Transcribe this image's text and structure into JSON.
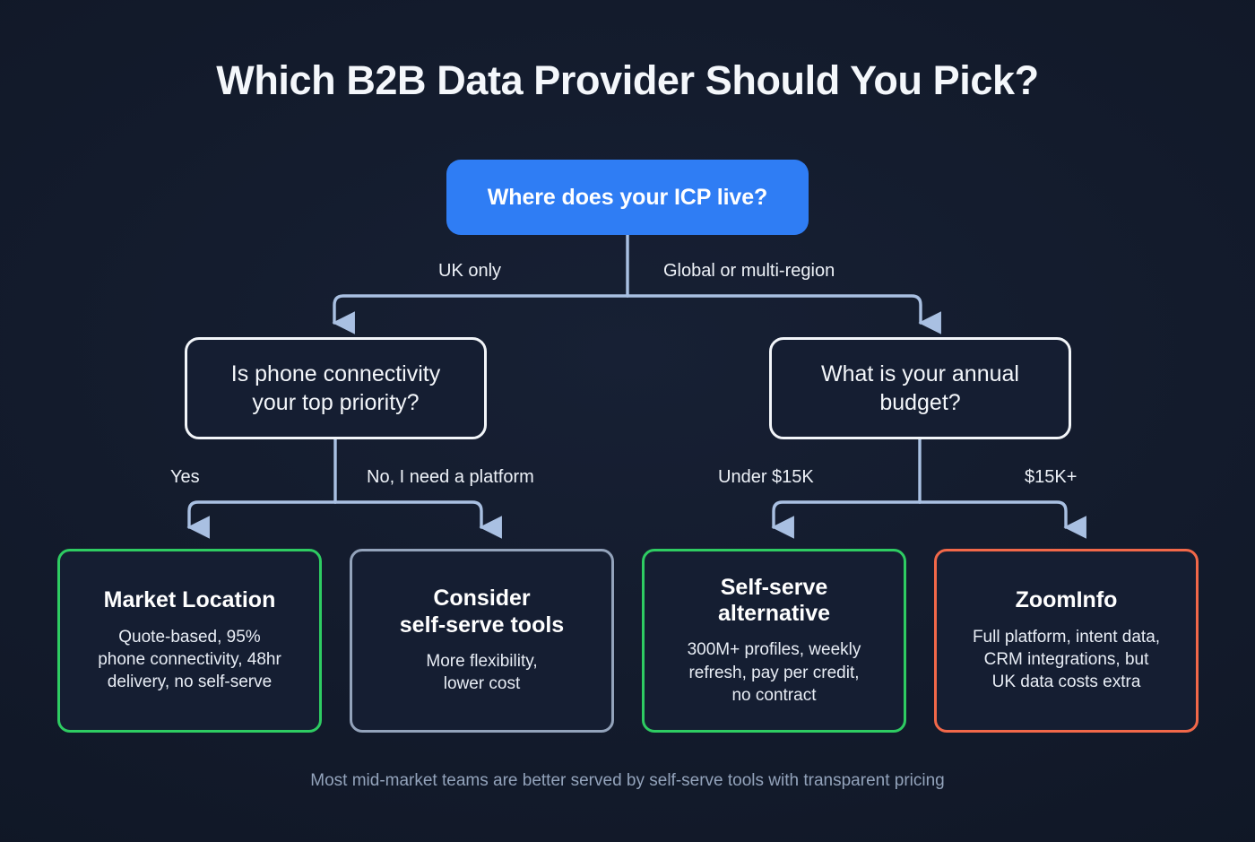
{
  "title": "Which B2B Data Provider Should You Pick?",
  "footer": "Most mid-market teams are better served by self-serve tools with transparent pricing",
  "colors": {
    "background": "#131b2c",
    "root_fill": "#2f7df4",
    "node_fill": "#151e32",
    "decision_border": "#f2f5f9",
    "connector": "#a9c0e2",
    "green": "#2ecc62",
    "slate": "#93a3bb",
    "red": "#f26849",
    "text_primary": "#f3f6fa",
    "text_muted": "#93a3bb"
  },
  "root": {
    "label": "Where does your ICP live?"
  },
  "decisions": [
    {
      "id": "phone-connectivity",
      "line1": "Is phone connectivity",
      "line2": "your top priority?"
    },
    {
      "id": "annual-budget",
      "line1": "What is your annual",
      "line2": "budget?"
    }
  ],
  "edge_labels": {
    "root_left": "UK only",
    "root_right": "Global or multi-region",
    "left_yes": "Yes",
    "left_no": "No, I need a platform",
    "right_under": "Under $15K",
    "right_over": "$15K+"
  },
  "leaves": [
    {
      "id": "market-location",
      "accent": "green",
      "title_lines": [
        "Market Location"
      ],
      "body_lines": [
        "Quote-based, 95%",
        "phone connectivity, 48hr",
        "delivery, no self-serve"
      ]
    },
    {
      "id": "self-serve-tools",
      "accent": "slate",
      "title_lines": [
        "Consider",
        "self-serve tools"
      ],
      "body_lines": [
        "More flexibility,",
        "lower cost"
      ]
    },
    {
      "id": "self-serve-alternative",
      "accent": "green",
      "title_lines": [
        "Self-serve",
        "alternative"
      ],
      "body_lines": [
        "300M+ profiles, weekly",
        "refresh, pay per credit,",
        "no contract"
      ]
    },
    {
      "id": "zoominfo",
      "accent": "red",
      "title_lines": [
        "ZoomInfo"
      ],
      "body_lines": [
        "Full platform, intent data,",
        "CRM integrations, but",
        "UK data costs extra"
      ]
    }
  ]
}
